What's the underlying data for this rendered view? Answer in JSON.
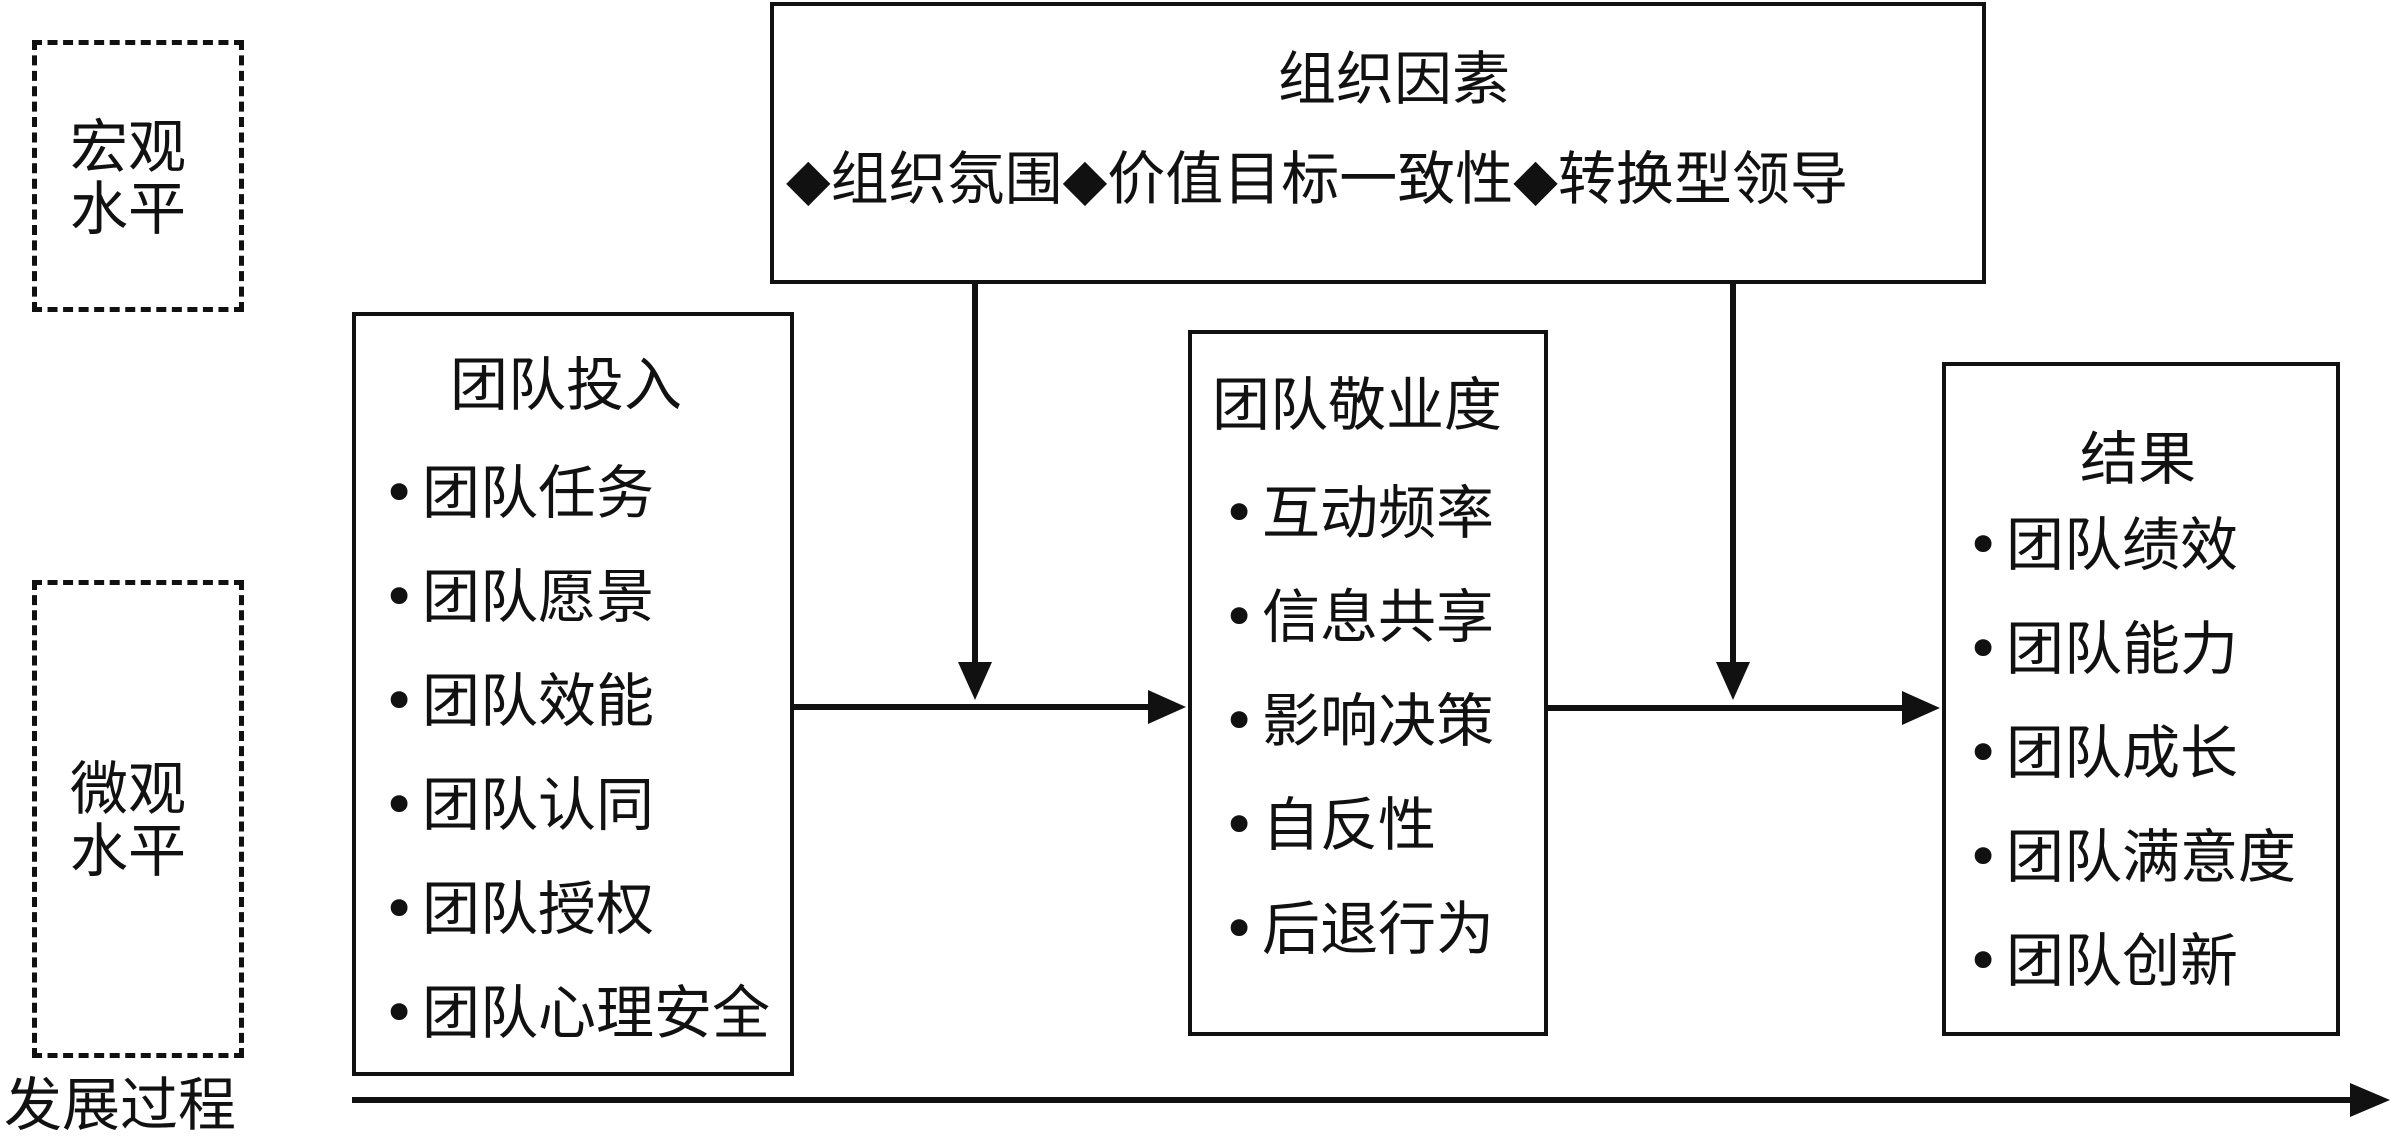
{
  "levels": {
    "macro": [
      "宏观",
      "水平"
    ],
    "micro": [
      "微观",
      "水平"
    ]
  },
  "org_factors": {
    "title": "组织因素",
    "items": [
      "◆组织氛围",
      "◆价值目标一致性",
      "◆转换型领导"
    ]
  },
  "team_input": {
    "title": "团队投入",
    "items": [
      "团队任务",
      "团队愿景",
      "团队效能",
      "团队认同",
      "团队授权",
      "团队心理安全"
    ]
  },
  "team_engagement": {
    "title": "团队敬业度",
    "items": [
      "互动频率",
      "信息共享",
      "影响决策",
      "自反性",
      "后退行为"
    ]
  },
  "outcomes": {
    "title": "结果",
    "items": [
      "团队绩效",
      "团队能力",
      "团队成长",
      "团队满意度",
      "团队创新"
    ]
  },
  "process_label": "发展过程",
  "bullet": "•"
}
